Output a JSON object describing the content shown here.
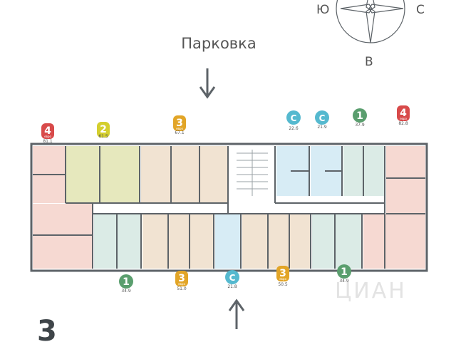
{
  "compass": {
    "south": "Ю",
    "north": "С",
    "east": "В"
  },
  "parking_label": "Парковка",
  "floor_number": "3",
  "watermark": "ЦИАН",
  "badge_sub": "евро",
  "colors": {
    "one_room": "#5a9e6e",
    "two_room": "#d4cf2e",
    "three_room": "#e2a527",
    "four_room": "#d84a4a",
    "studio": "#55b9cf",
    "fill_one": "#dbebe6",
    "fill_two": "#e6e8bd",
    "fill_three": "#f1e3d2",
    "fill_four": "#f6d9d2",
    "fill_studio": "#d7ecf5",
    "wall": "#5d6368"
  },
  "apartments": [
    {
      "badge": "4",
      "euro": true,
      "area": "81.1",
      "type": "four_room"
    },
    {
      "badge": "2",
      "euro": false,
      "area": "61.5",
      "type": "two_room"
    },
    {
      "badge": "3",
      "euro": true,
      "area": "67.1",
      "type": "three_room"
    },
    {
      "badge": "С",
      "euro": false,
      "area": "22.6",
      "type": "studio"
    },
    {
      "badge": "С",
      "euro": false,
      "area": "21.9",
      "type": "studio"
    },
    {
      "badge": "1",
      "euro": false,
      "area": "37.9",
      "type": "one_room"
    },
    {
      "badge": "4",
      "euro": true,
      "area": "82.8",
      "type": "four_room"
    },
    {
      "badge": "1",
      "euro": false,
      "area": "34.9",
      "type": "one_room"
    },
    {
      "badge": "3",
      "euro": true,
      "area": "51.0",
      "type": "three_room"
    },
    {
      "badge": "С",
      "euro": false,
      "area": "21.8",
      "type": "studio"
    },
    {
      "badge": "3",
      "euro": true,
      "area": "50.5",
      "type": "three_room"
    },
    {
      "badge": "1",
      "euro": false,
      "area": "34.9",
      "type": "one_room"
    }
  ]
}
